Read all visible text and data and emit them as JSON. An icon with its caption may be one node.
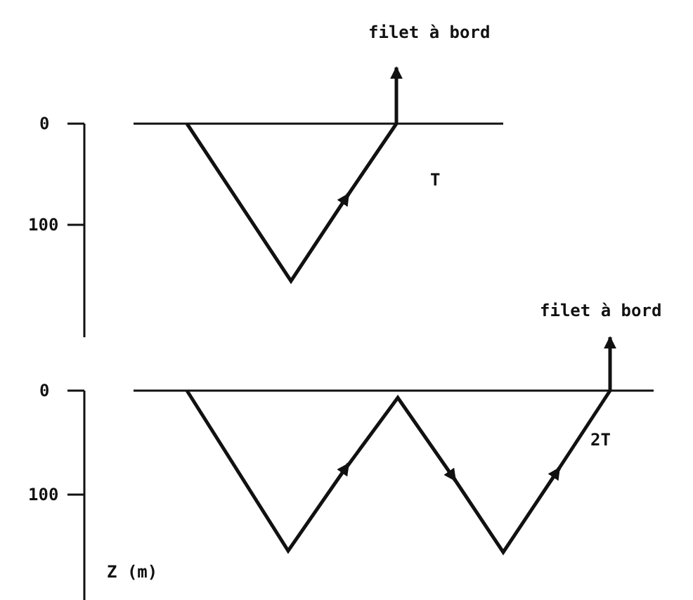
{
  "diagram": {
    "labels": [
      "filet à bord",
      "0",
      "100",
      "T",
      "filet à bord",
      "0",
      "100",
      "2T",
      "Z (m)"
    ]
  }
}
